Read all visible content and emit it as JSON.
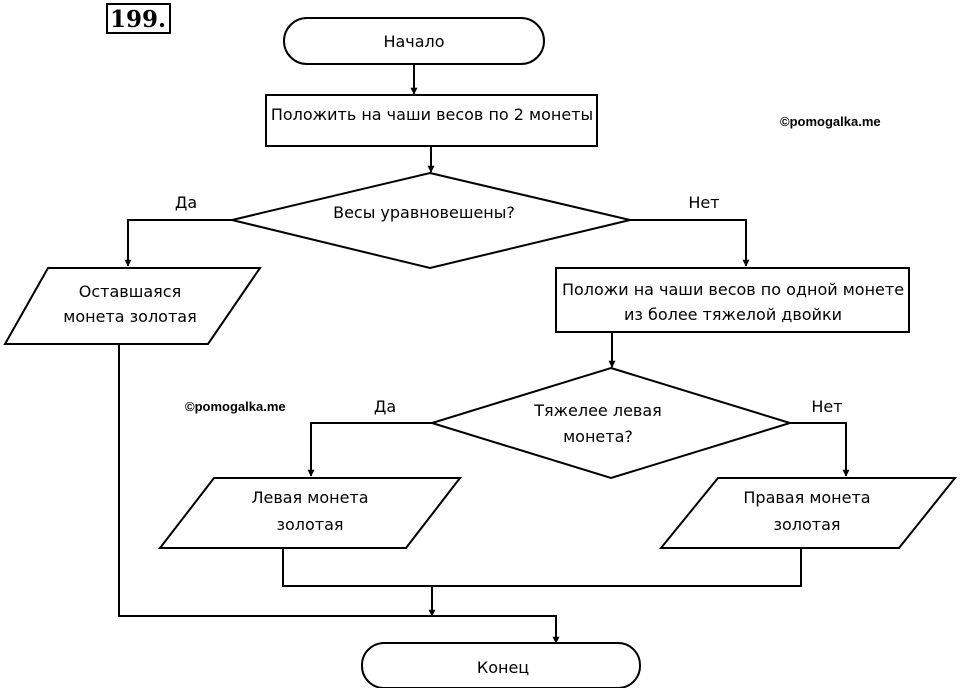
{
  "problem_number": "199.",
  "watermark": "©pomogalka.me",
  "nodes": {
    "start": "Начало",
    "weigh_two": "Положить на чаши весов по 2 монеты",
    "balanced_question": "Весы уравновешены?",
    "remaining_gold": [
      "Оставшаяся",
      "монета золотая"
    ],
    "weigh_one": [
      "Положи на чаши весов по одной монете",
      "из более тяжелой двойки"
    ],
    "left_heavier_question": [
      "Тяжелее левая",
      "монета?"
    ],
    "left_gold": [
      "Левая монета",
      "золотая"
    ],
    "right_gold": [
      "Правая монета",
      "золотая"
    ],
    "end": "Конец"
  },
  "branches": {
    "yes": "Да",
    "no": "Нет"
  },
  "colors": {
    "stroke": "#000000",
    "fill": "#ffffff"
  }
}
